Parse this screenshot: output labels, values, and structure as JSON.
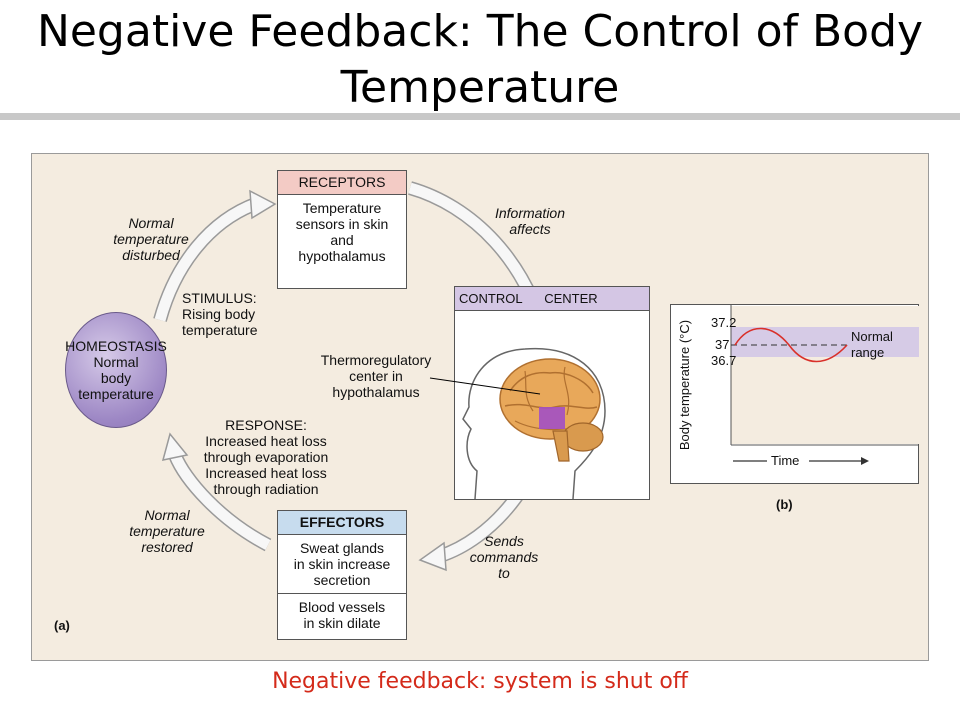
{
  "title": "Negative Feedback: The Control of Body Temperature",
  "footer": "Negative feedback: system is shut off",
  "receptors": {
    "header": "RECEPTORS",
    "body": [
      "Temperature",
      "sensors in skin",
      "and",
      "hypothalamus"
    ]
  },
  "control_center": {
    "header_left": "CONTROL",
    "header_right": "CENTER"
  },
  "effectors": {
    "header": "EFFECTORS",
    "body1": [
      "Sweat glands",
      "in skin increase",
      "secretion"
    ],
    "body2": [
      "Blood vessels",
      "in skin dilate"
    ]
  },
  "homeostasis": [
    "HOMEOSTASIS",
    "Normal",
    "body",
    "temperature"
  ],
  "labels": {
    "disturbed": [
      "Normal",
      "temperature",
      "disturbed"
    ],
    "stimulus": [
      "STIMULUS:",
      "Rising body",
      "temperature"
    ],
    "information": [
      "Information",
      "affects"
    ],
    "thermoregulatory": [
      "Thermoregulatory",
      "center in",
      "hypothalamus"
    ],
    "response": [
      "RESPONSE:",
      "Increased heat loss",
      "through evaporation",
      "Increased heat loss",
      "through radiation"
    ],
    "restored": [
      "Normal",
      "temperature",
      "restored"
    ],
    "sends": [
      "Sends",
      "commands",
      "to"
    ],
    "panel_a": "(a)",
    "panel_b": "(b)"
  },
  "graph": {
    "ylabel": "Body temperature (°C)",
    "xlabel": "Time",
    "ticks": [
      "37.2",
      "37",
      "36.7"
    ],
    "range_label": [
      "Normal",
      "range"
    ]
  },
  "colors": {
    "footer": "#d42a1a",
    "receptors_header": "#f3cbc5",
    "effectors_header": "#c7dcee",
    "control_header": "#d4c6e4",
    "normal_band": "#d6cbe6",
    "curve": "#d9302a",
    "thermo_region": "#a24fc4"
  }
}
